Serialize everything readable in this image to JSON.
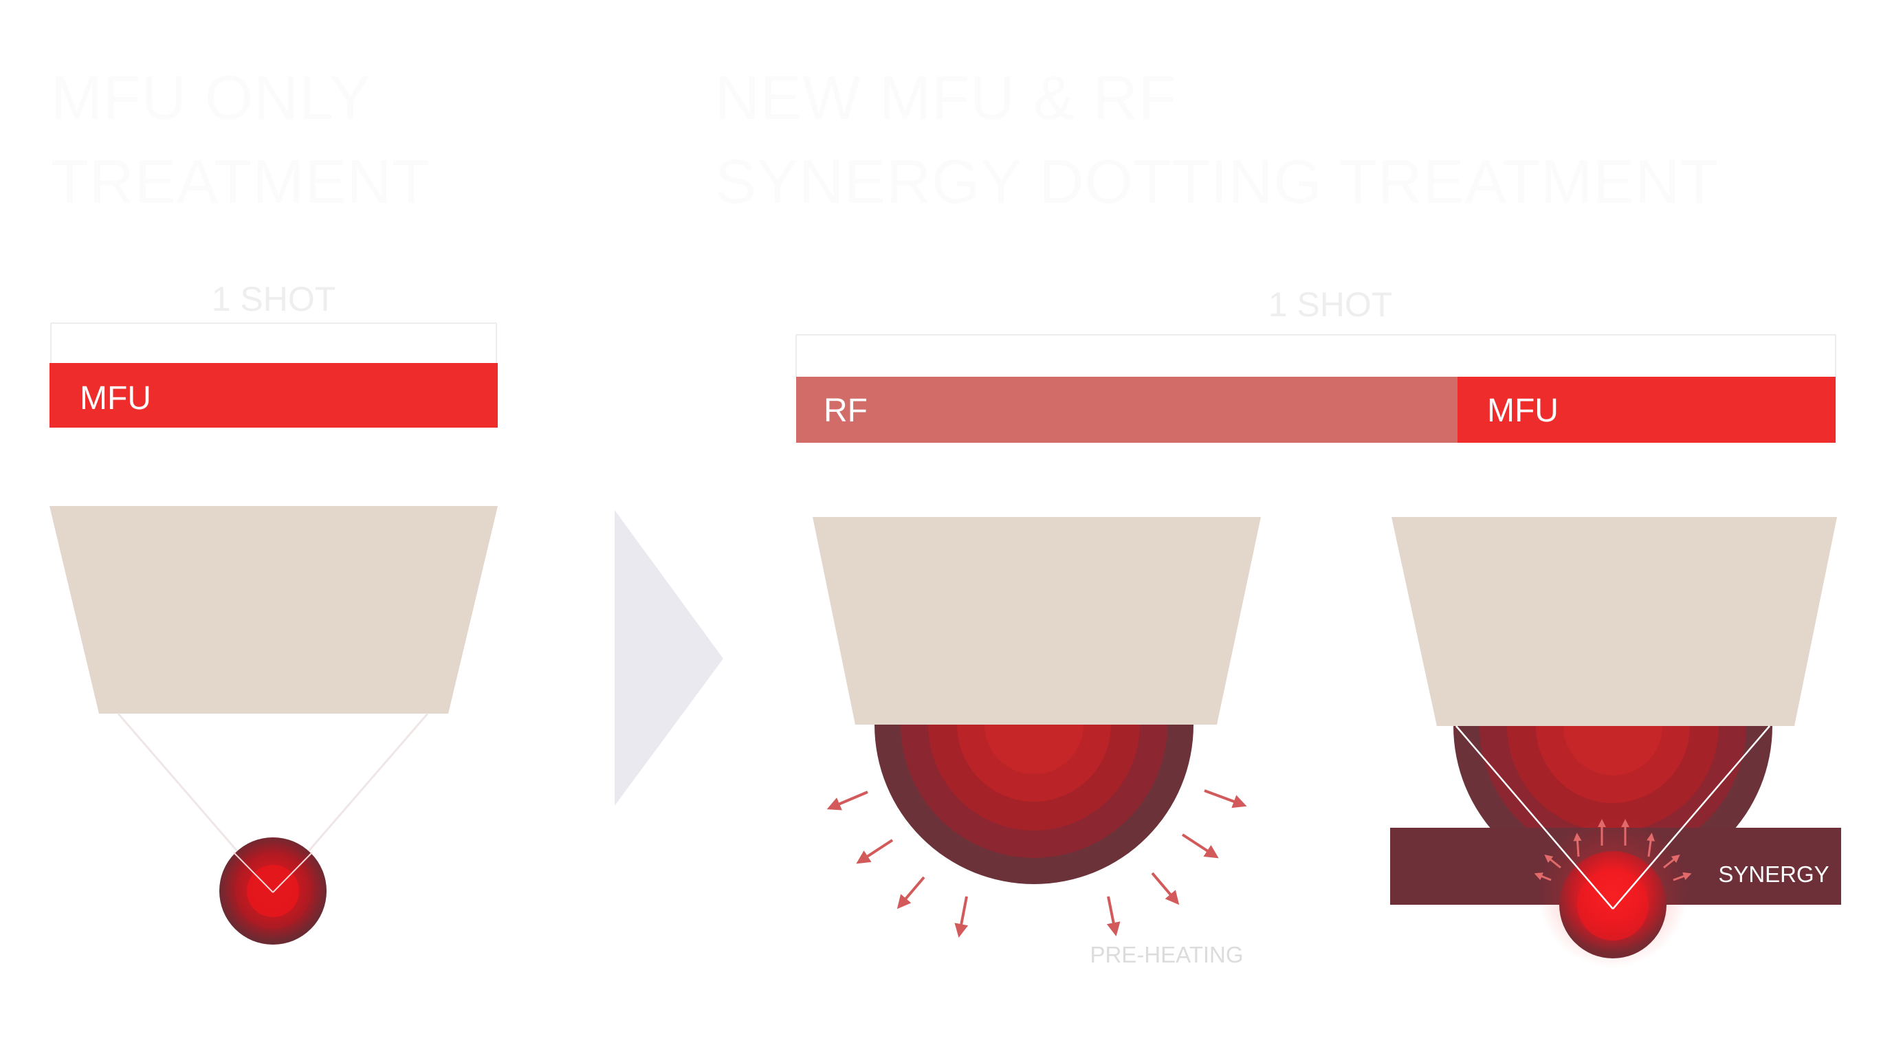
{
  "left_panel": {
    "heading_line1": "MFU ONLY",
    "heading_line2": "TREATMENT",
    "shot_label": "1 SHOT",
    "bar_label": "MFU"
  },
  "right_panel": {
    "heading_line1": "NEW MFU & RF",
    "heading_line2": "SYNERGY DOTTING TREATMENT",
    "shot_label": "1 SHOT",
    "bar_rf_label": "RF",
    "bar_mfu_label": "MFU",
    "preheating_label": "PRE-HEATING",
    "synergy_label": "SYNERGY"
  },
  "colors": {
    "mfu_red": "#ef2c2c",
    "rf_salmon": "#d16c69",
    "transducer_beige": "#e3d6cb",
    "heat_dark": "#6b3339",
    "synergy_band": "#6d2f38",
    "arrow_red": "#d25a5a",
    "chevron_gray": "#e9e9ef"
  }
}
